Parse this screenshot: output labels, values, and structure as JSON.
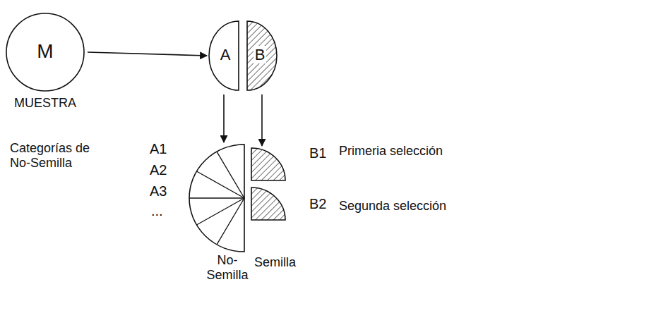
{
  "diagram": {
    "nodes": [
      {
        "text": [
          "M",
          "MUESTRA"
        ]
      },
      {
        "text": [
          "A"
        ]
      },
      {
        "text": [
          "B"
        ]
      },
      {
        "text": [
          "No-Semilla"
        ]
      },
      {
        "text": [
          "B1"
        ]
      },
      {
        "text": [
          "B2"
        ]
      }
    ],
    "edges": [
      {
        "from": 0,
        "to": 1,
        "arrow": "to"
      },
      {
        "from": 1,
        "to": 3,
        "arrow": "to"
      },
      {
        "from": 2,
        "to": 4,
        "arrow": "to"
      }
    ],
    "labels": [
      "A1",
      "A2",
      "A3",
      "...",
      "Categorías de No-Semilla",
      "Primeria selección",
      "Segunda selección",
      "Semilla"
    ]
  }
}
